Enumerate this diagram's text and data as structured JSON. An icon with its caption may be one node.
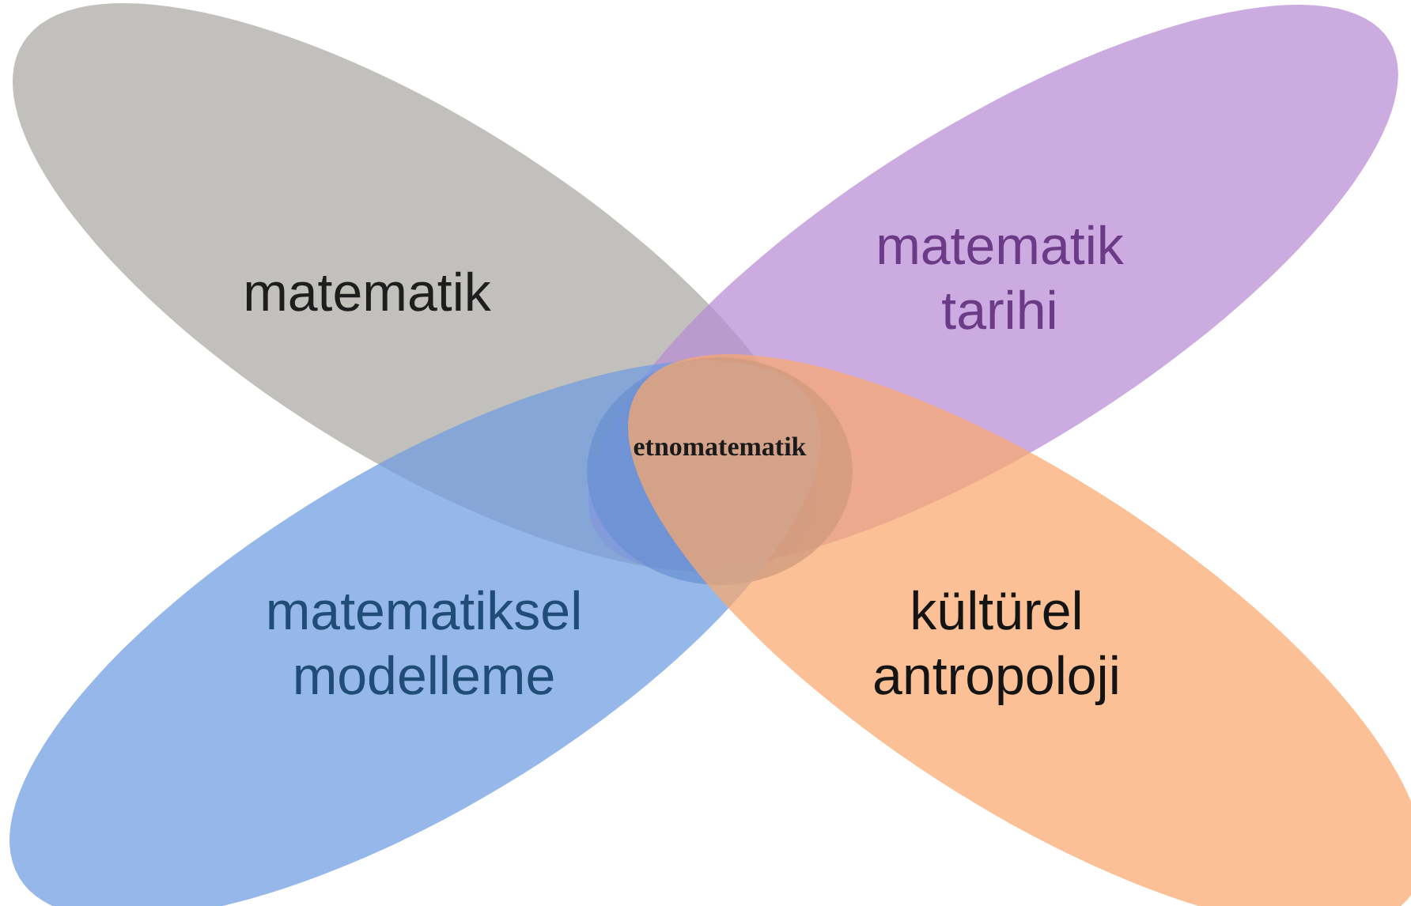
{
  "diagram": {
    "nodes": [
      {
        "text": [
          "matematik"
        ]
      },
      {
        "text": [
          "matematik tarihi"
        ]
      },
      {
        "text": [
          "etnomatematik"
        ]
      },
      {
        "text": [
          "matematiksel modelleme"
        ]
      },
      {
        "text": [
          "kültürel antropoloji"
        ]
      }
    ]
  }
}
